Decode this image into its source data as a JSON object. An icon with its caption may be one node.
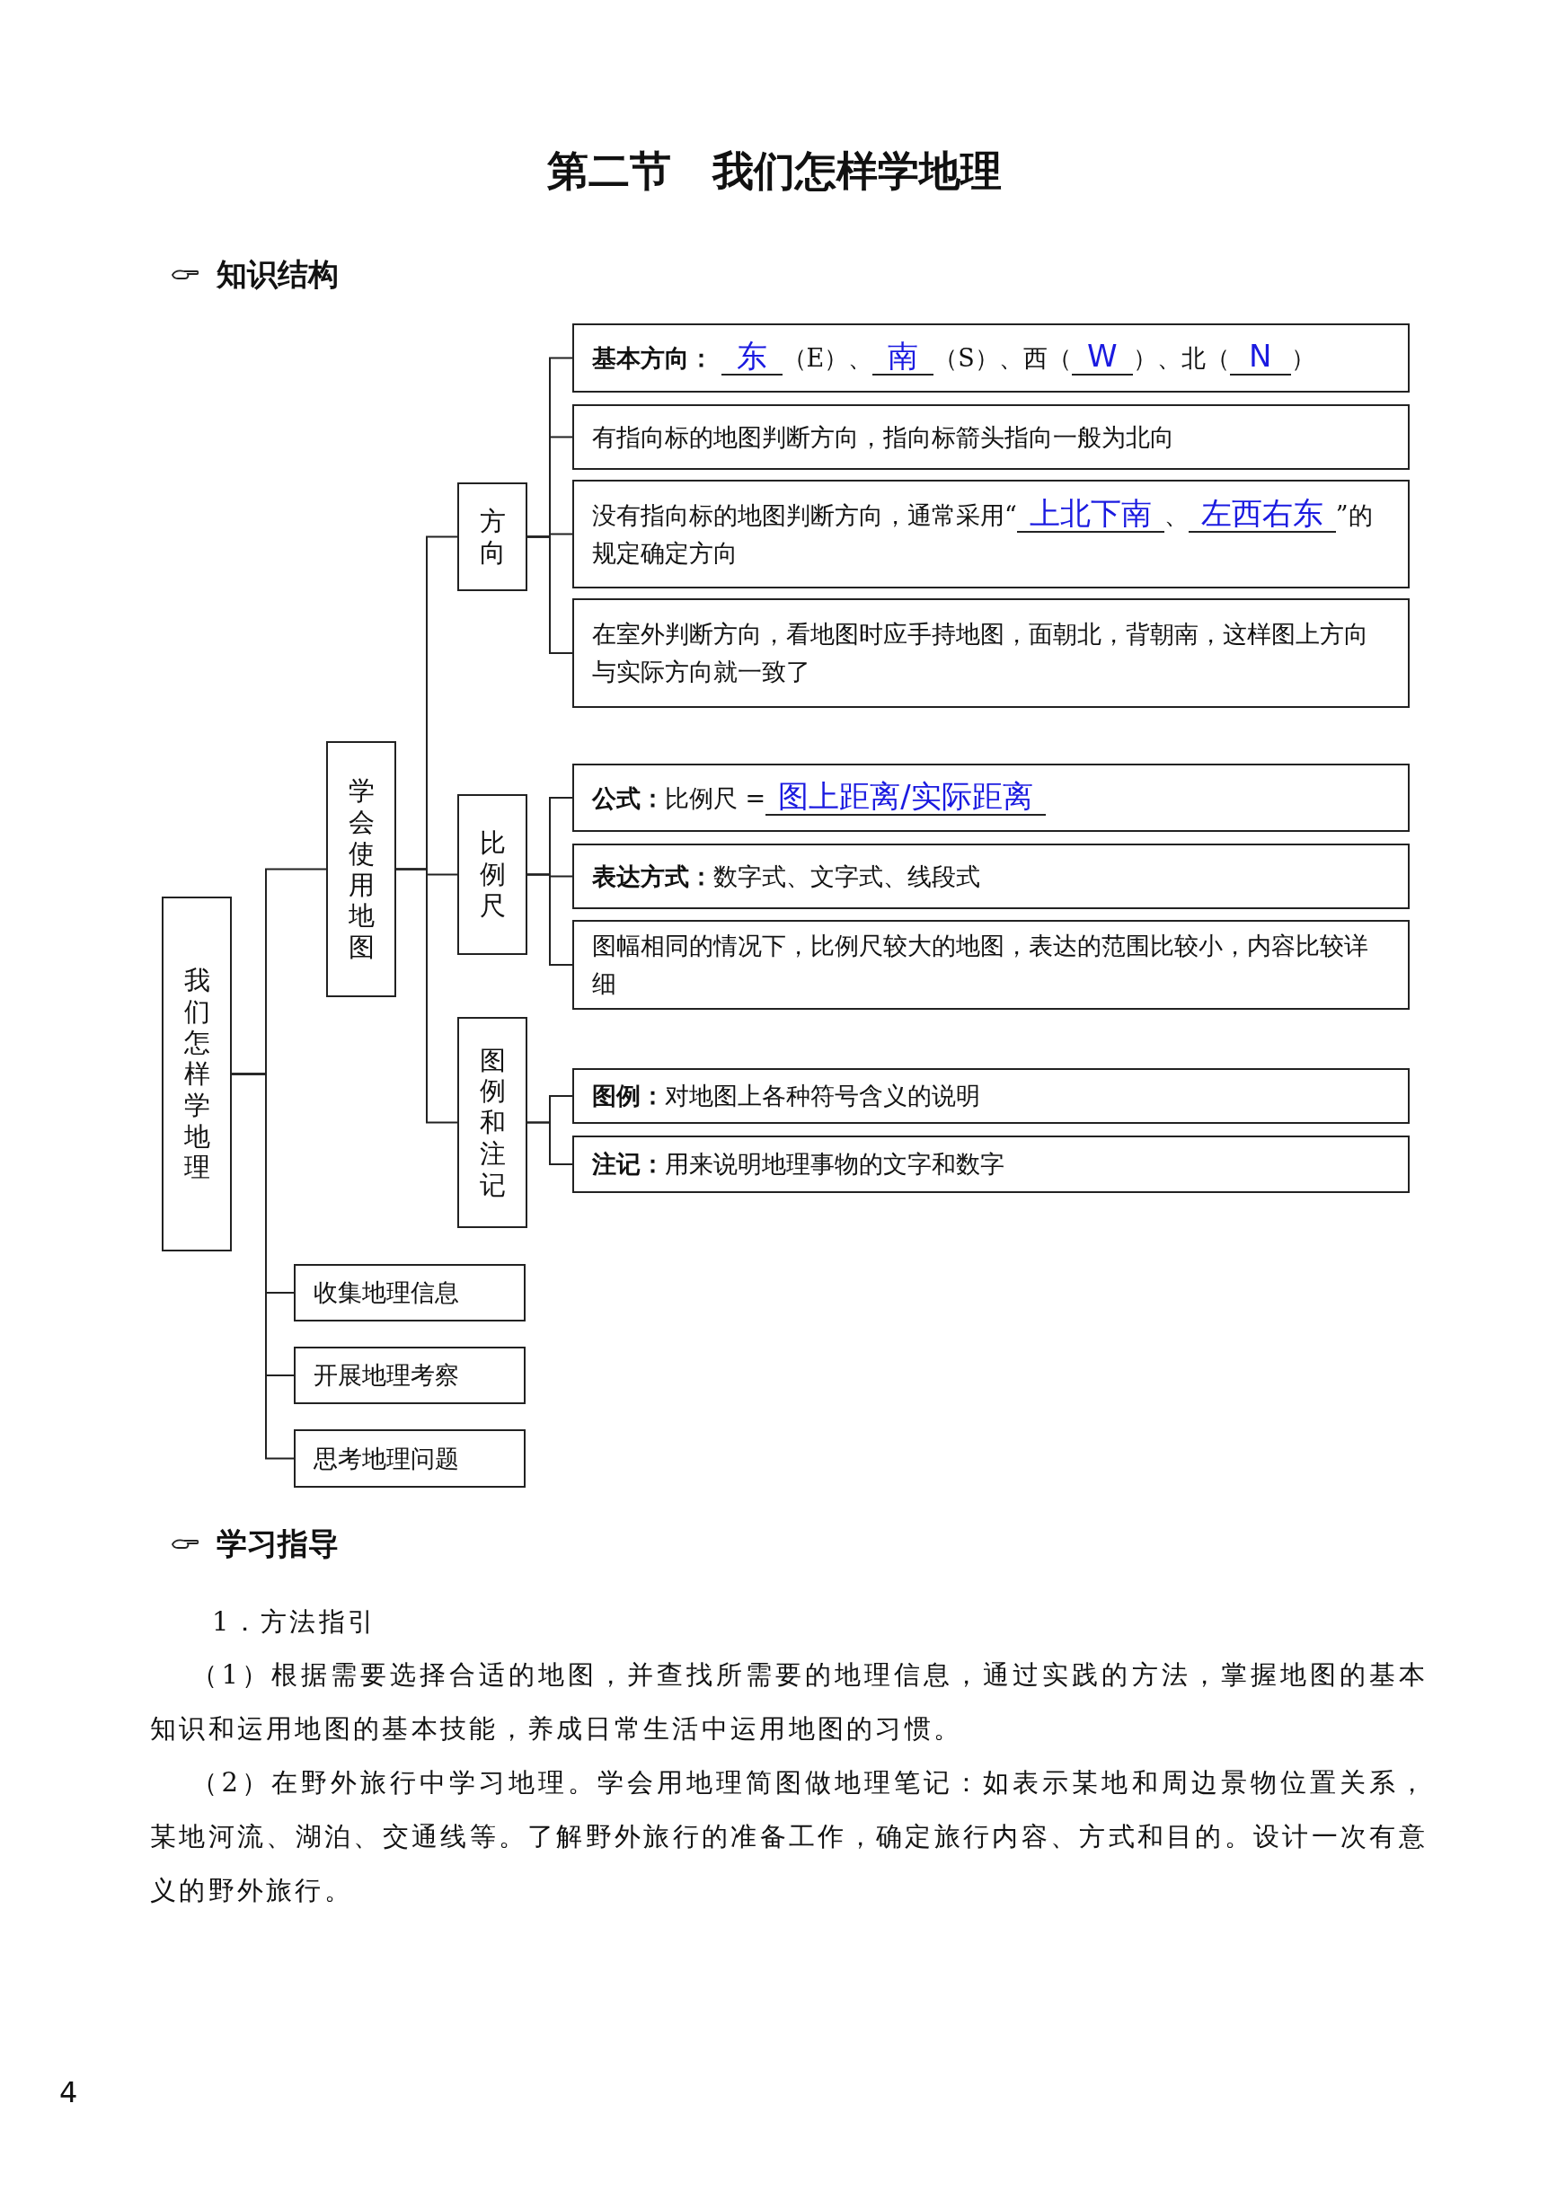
{
  "diagram": {
    "title": "第二节　我们怎样学地理",
    "nodes": [
      {
        "text": [
          "我们怎样学地理"
        ]
      },
      {
        "text": [
          "学会使用地图"
        ]
      },
      {
        "text": [
          "方向"
        ]
      },
      {
        "text": [
          "比例尺"
        ]
      },
      {
        "text": [
          "图例和注记"
        ]
      },
      {
        "text": [
          "**基本方向：** *东*（E）、*南*（S）、西（*W*）、北（*N*）"
        ]
      },
      {
        "text": [
          "有指向标的地图判断方向，指向标箭头指向一般为北向"
        ]
      },
      {
        "text": [
          "没有指向标的地图判断方向，通常采用“*上北下南*、*左西右东*”的规定确定方向"
        ]
      },
      {
        "text": [
          "在室外判断方向，看地图时应手持地图，面朝北，背朝南，这样图上方向与实际方向就一致了"
        ]
      },
      {
        "text": [
          "**公式：**比例尺 =*图上距离/实际距离*"
        ]
      },
      {
        "text": [
          "**表达方式：**数字式、文字式、线段式"
        ]
      },
      {
        "text": [
          "图幅相同的情况下，比例尺较大的地图，表达的范围比较小，内容比较详细"
        ]
      },
      {
        "text": [
          "**图例：**对地图上各种符号含义的说明"
        ]
      },
      {
        "text": [
          "**注记：**用来说明地理事物的文字和数字"
        ]
      },
      {
        "text": [
          "收集地理信息"
        ]
      },
      {
        "text": [
          "开展地理考察"
        ]
      },
      {
        "text": [
          "思考地理问题"
        ]
      }
    ],
    "edges": [
      {
        "from": 0,
        "to": 1,
        "arrow": "none"
      },
      {
        "from": 0,
        "to": 14,
        "arrow": "none"
      },
      {
        "from": 0,
        "to": 15,
        "arrow": "none"
      },
      {
        "from": 0,
        "to": 16,
        "arrow": "none"
      },
      {
        "from": 1,
        "to": 2,
        "arrow": "none"
      },
      {
        "from": 1,
        "to": 3,
        "arrow": "none"
      },
      {
        "from": 1,
        "to": 4,
        "arrow": "none"
      },
      {
        "from": 2,
        "to": 5,
        "arrow": "none"
      },
      {
        "from": 2,
        "to": 6,
        "arrow": "none"
      },
      {
        "from": 2,
        "to": 7,
        "arrow": "none"
      },
      {
        "from": 2,
        "to": 8,
        "arrow": "none"
      },
      {
        "from": 3,
        "to": 9,
        "arrow": "none"
      },
      {
        "from": 3,
        "to": 10,
        "arrow": "none"
      },
      {
        "from": 3,
        "to": 11,
        "arrow": "none"
      },
      {
        "from": 4,
        "to": 12,
        "arrow": "none"
      },
      {
        "from": 4,
        "to": 13,
        "arrow": "none"
      }
    ],
    "labels": [
      "知识结构",
      "学习指导",
      "1．方法指引",
      "（1）根据需要选择合适的地图，并查找所需要的地理信息，通过实践的方法，掌握地图的基本知识和运用地图的基本技能，养成日常生活中运用地图的习惯。",
      "（2）在野外旅行中学习地理。学会用地理简图做地理笔记：如表示某地和周边景物位置关系，某地河流、湖泊、交通线等。了解野外旅行的准备工作，确定旅行内容、方式和目的。设计一次有意义的野外旅行。",
      "4"
    ]
  }
}
